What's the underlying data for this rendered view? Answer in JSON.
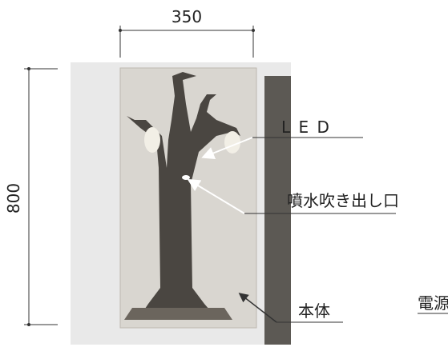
{
  "dimensions": {
    "width_label": "350",
    "height_label": "800"
  },
  "labels": {
    "led": "L E D",
    "fountain_outlet": "噴水吹き出し口",
    "body": "本体",
    "power_partial": "電源"
  },
  "colors": {
    "line": "#333333",
    "wall": "#e9e9e9",
    "board": "#d9d6d0",
    "trunk": "#4a4641",
    "ground": "#6b655d",
    "bird": "#f2efe6",
    "dark_panel": "#4d4944"
  }
}
